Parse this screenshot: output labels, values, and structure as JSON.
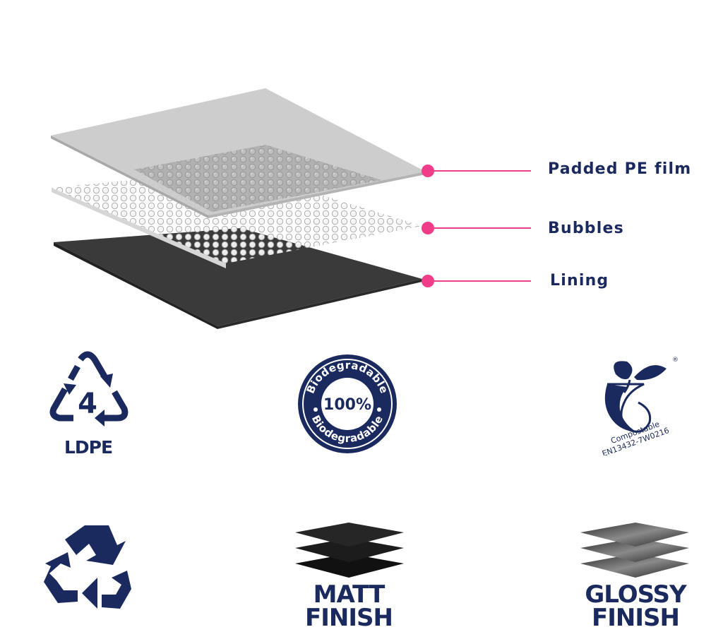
{
  "layers": [
    {
      "label": "Padded PE film"
    },
    {
      "label": "Bubbles"
    },
    {
      "label": "Lining"
    }
  ],
  "accent_color": "#ef3d8a",
  "text_color": "#1b2a5e",
  "icons": {
    "ldpe": {
      "number": "4",
      "label": "LDPE",
      "icon": "recycle-triangle-icon"
    },
    "biodegradable": {
      "top_text": "Biodegradable",
      "center_text": "100%",
      "bottom_text": "Biodegradable",
      "icon": "biodegradable-seal-icon"
    },
    "compostable": {
      "line1": "Compostable",
      "line2": "EN13432-7W0216",
      "mark": "®",
      "icon": "seedling-icon"
    },
    "recycle": {
      "icon": "recycle-icon"
    },
    "matt": {
      "line1": "MATT",
      "line2": "FINISH",
      "icon": "matt-layers-icon"
    },
    "glossy": {
      "line1": "GLOSSY",
      "line2": "FINISH",
      "icon": "glossy-layers-icon"
    }
  }
}
